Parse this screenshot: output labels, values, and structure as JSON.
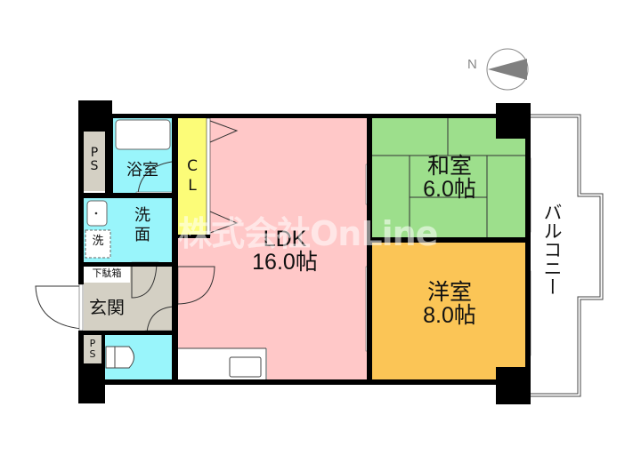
{
  "compass": {
    "north_label": "N"
  },
  "watermark": "株式会社OnLine",
  "rooms": {
    "ldk": {
      "name": "LDK",
      "size": "16.0帖",
      "color": "#ffc8c8"
    },
    "washitsu": {
      "name": "和室",
      "size": "6.0帖",
      "color": "#9ddf8c"
    },
    "youshitsu": {
      "name": "洋室",
      "size": "8.0帖",
      "color": "#fbc556"
    },
    "bath": {
      "name": "浴室",
      "color": "#99f5fb"
    },
    "washroom": {
      "name": "洗面",
      "color": "#99f5fb"
    },
    "washer": {
      "name": "洗"
    },
    "closet": {
      "name_line1": "C",
      "name_line2": "L",
      "color": "#fcfc78"
    },
    "entrance": {
      "name": "玄関",
      "color": "#d4d0c4"
    },
    "shoebox": {
      "name": "下駄箱"
    },
    "ps_top": {
      "line1": "P",
      "line2": "S"
    },
    "ps_bottom": {
      "line1": "P",
      "line2": "S"
    },
    "toilet": {
      "color": "#99f5fb"
    },
    "balcony": {
      "name": "バルコニー"
    }
  }
}
